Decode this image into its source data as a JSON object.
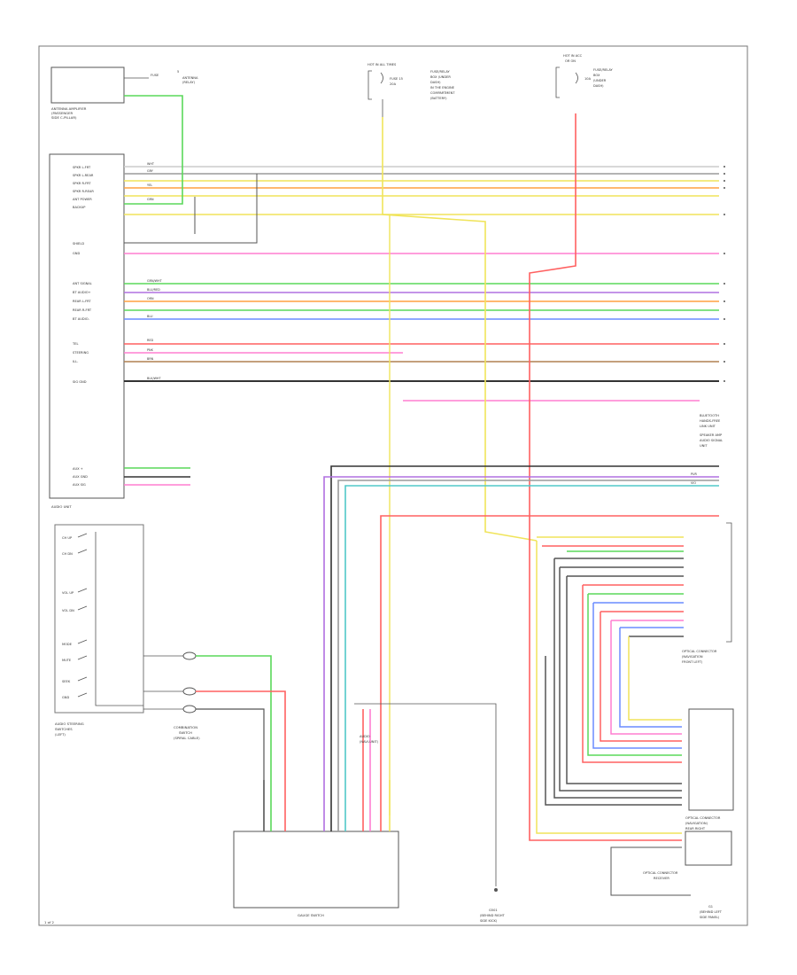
{
  "labels": {
    "antenna_caption": [
      "ANTENNA AMPLIFIER",
      "(PASSENGER",
      "SIDE C-PILLAR)"
    ],
    "antenna_fuse_ref": [
      "FUSE",
      "5",
      "ANTENNA",
      "(RELAY)"
    ],
    "hot_run": [
      "HOT IN ALL TIMES",
      "FUSE 15",
      "20A"
    ],
    "hot_run_desc": [
      "FUSE/RELAY",
      "BOX (UNDER",
      "DASH)",
      "IN THE ENGINE",
      "COMPARTMENT",
      "(BATTERY)"
    ],
    "hot_acc": [
      "HOT IN ACC",
      "OR ON"
    ],
    "hot_acc_desc": [
      "FUSE/RELAY",
      "BOX",
      "(UNDER",
      "DASH)",
      "10A"
    ],
    "audio_unit": "AUDIO UNIT",
    "steering_switch": [
      "AUDIO STEERING",
      "SWITCHES",
      "(LEFT)"
    ],
    "combo_switch": [
      "COMBINATION",
      "SWITCH",
      "(SPIRAL CABLE)"
    ],
    "gauge_switch": "GAUGE SWITCH",
    "dsp_block": [
      "AUDIO",
      "(NAVI-UNIT)"
    ],
    "ground_ref": [
      "G501",
      "(BEHIND RIGHT",
      "SIDE KICK)"
    ],
    "amp_caption": [
      "OPTICAL CONNECTOR",
      "(NAVIGATION",
      "FRONT LEFT)"
    ],
    "optical_right": [
      "OPTICAL CONNECTOR",
      "(NAVIGATION)",
      "REAR RIGHT"
    ],
    "optical_bottom": [
      "OPTICAL CONNECTOR",
      "RECEIVER"
    ],
    "ground_bottom": [
      "G1",
      "(BEHIND LEFT",
      "SIDE PANEL)"
    ],
    "rear_speaker_note": [
      "SPEAKER AMP",
      "AUDIO SIGNAL",
      "UNIT"
    ],
    "bluetooth_note": [
      "BLUETOOTH",
      "HANDS-FREE",
      "LINK UNIT"
    ],
    "page_ref": "1 of 2",
    "pin_labels_left": [
      "SPKR L-FRT",
      "SPKR L-REAR",
      "SPKR R-FRT",
      "SPKR R-REAR",
      "ANT POWER",
      "BACKUP",
      "",
      "SHIELD",
      "GND",
      "",
      "",
      "ANT SIGNAL",
      "BT AUDIO+",
      "REAR L-FRT",
      "REAR R-FRT",
      "BT AUDIO-",
      "",
      "TEL",
      "STEERING",
      "ILL-",
      "",
      "SIG GND"
    ],
    "aux_labels": [
      "AUX +",
      "AUX GND",
      "AUX SIG"
    ],
    "switch_labels": [
      "CH UP",
      "CH DN",
      "VOL UP",
      "VOL DN",
      "MODE",
      "MUTE",
      "SEEK",
      "GND"
    ],
    "wire_tags": [
      "WHT",
      "GRY",
      "GRN",
      "YEL",
      "RED",
      "BLK/WHT",
      "BLU/RED",
      "PNK",
      "GRN/WHT",
      "BRN",
      "BLU",
      "ORN",
      "PUR",
      "VIO"
    ]
  },
  "colors": {
    "red": "#ff6060",
    "pink": "#ff7fd0",
    "green": "#5ad85a",
    "yellow": "#f0e45a",
    "blue": "#6a8cff",
    "black": "#333333",
    "gray": "#9a9a9a",
    "brown": "#b08050",
    "orange": "#ffa040",
    "purple": "#b070e0",
    "cyan": "#50c8c8",
    "lightgray": "#cccccc"
  }
}
